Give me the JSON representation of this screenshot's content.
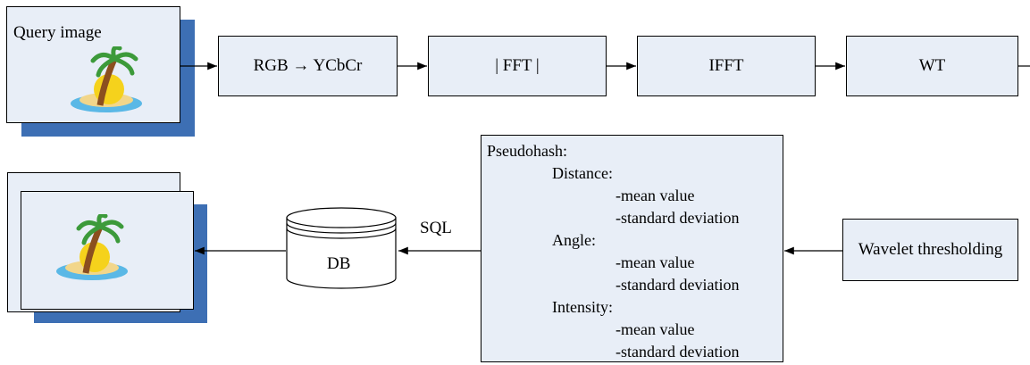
{
  "query": {
    "title": "Query image"
  },
  "steps": [
    {
      "label": "RGB → YCbCr"
    },
    {
      "label": "| FFT |"
    },
    {
      "label": "IFFT"
    },
    {
      "label": "WT"
    }
  ],
  "wavelet": {
    "label": "Wavelet thresholding"
  },
  "pseudohash": {
    "title": "Pseudohash:",
    "groups": [
      {
        "name": "Distance:",
        "stats": [
          "-mean value",
          "-standard deviation"
        ]
      },
      {
        "name": "Angle:",
        "stats": [
          "-mean value",
          "-standard deviation"
        ]
      },
      {
        "name": "Intensity:",
        "stats": [
          "-mean value",
          "-standard deviation"
        ]
      }
    ]
  },
  "db": {
    "label": "DB"
  },
  "sql": {
    "label": "SQL"
  },
  "colors": {
    "shadow": "#3d6fb4",
    "fill": "#e8eef7",
    "stroke": "#000000"
  }
}
